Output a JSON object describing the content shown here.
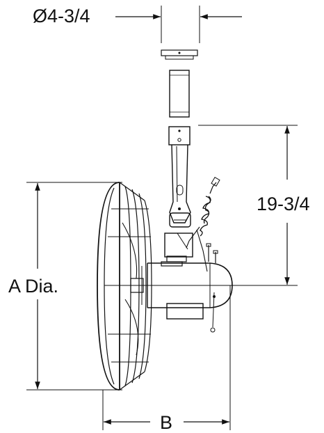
{
  "dimensions": {
    "pipe_diameter": "Ø4-3/4",
    "drop_height": "19-3/4",
    "fan_diameter": "A Dia.",
    "depth": "B"
  },
  "colors": {
    "line": "#111111",
    "background": "#ffffff"
  }
}
